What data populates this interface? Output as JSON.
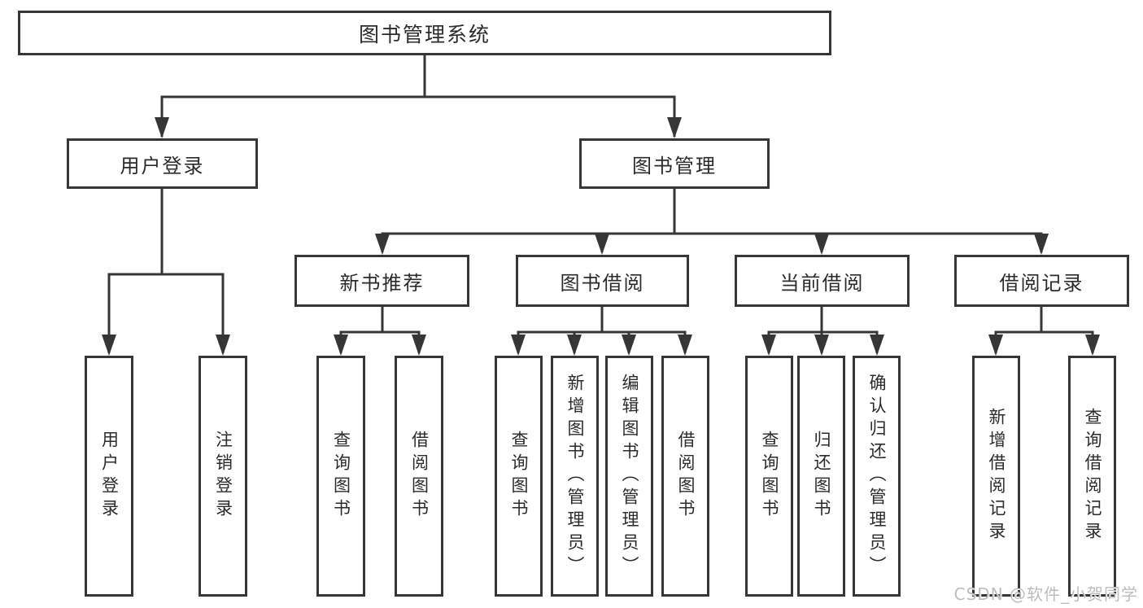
{
  "diagram": {
    "watermark": "CSDN @软件_小贺同学",
    "colors": {
      "line": "#363636",
      "text": "#2b2b2b",
      "background": "#ffffff",
      "watermark": "#bdbdbd"
    },
    "tree": {
      "root": {
        "label": "图书管理系统"
      },
      "branches": [
        {
          "label": "用户登录",
          "children": [
            {
              "label": "用户登录"
            },
            {
              "label": "注销登录"
            }
          ]
        },
        {
          "label": "图书管理",
          "children": [
            {
              "label": "新书推荐",
              "children": [
                {
                  "label": "查询图书"
                },
                {
                  "label": "借阅图书"
                }
              ]
            },
            {
              "label": "图书借阅",
              "children": [
                {
                  "label": "查询图书"
                },
                {
                  "label": "新增图书（管理员）"
                },
                {
                  "label": "编辑图书（管理员）"
                },
                {
                  "label": "借阅图书"
                }
              ]
            },
            {
              "label": "当前借阅",
              "children": [
                {
                  "label": "查询图书"
                },
                {
                  "label": "归还图书"
                },
                {
                  "label": "确认归还（管理员）"
                }
              ]
            },
            {
              "label": "借阅记录",
              "children": [
                {
                  "label": "新增借阅记录"
                },
                {
                  "label": "查询借阅记录"
                }
              ]
            }
          ]
        }
      ]
    }
  }
}
